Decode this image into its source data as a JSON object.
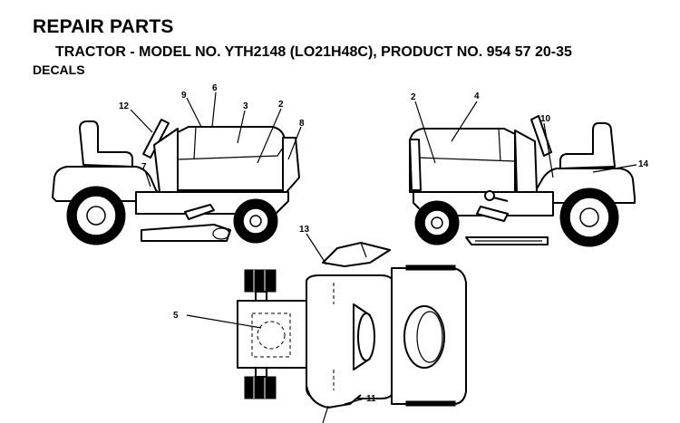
{
  "header": {
    "title": "REPAIR PARTS",
    "subtitle": "TRACTOR - MODEL NO. YTH2148 (LO21H48C), PRODUCT NO. 954 57 20-35",
    "section": "DECALS"
  },
  "callouts": {
    "c12": "12",
    "c9": "9",
    "c6": "6",
    "c3": "3",
    "c2_left": "2",
    "c8": "8",
    "c7": "7",
    "c2_right": "2",
    "c4": "4",
    "c10": "10",
    "c14": "14",
    "c13": "13",
    "c5": "5",
    "c11": "11"
  }
}
